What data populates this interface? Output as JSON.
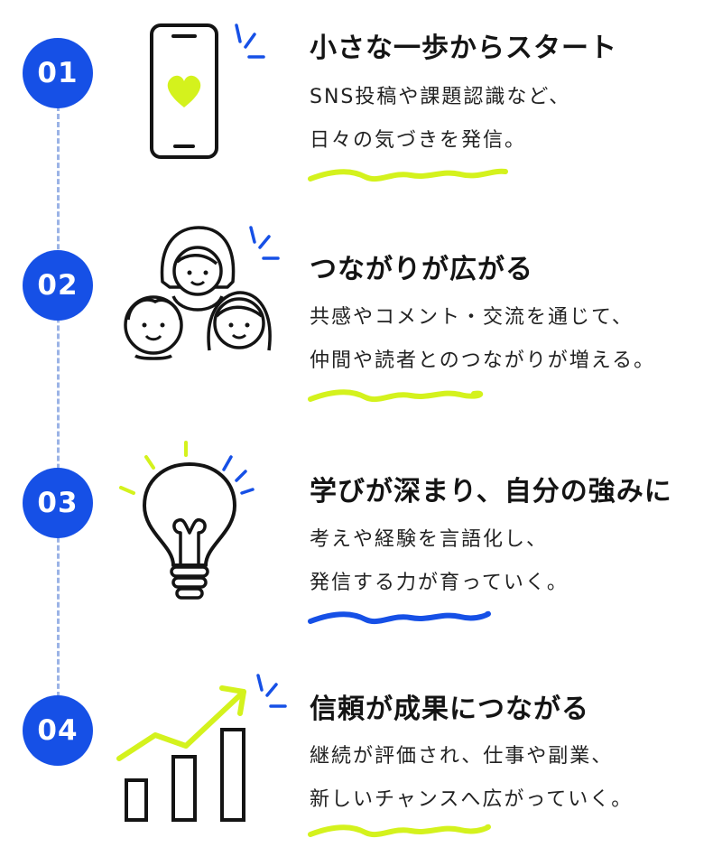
{
  "colors": {
    "badge": "#1650e6",
    "accent_lime": "#d4f21d",
    "accent_blue": "#1650e6",
    "line": "#141414",
    "timeline": "#9bb3e6"
  },
  "steps": [
    {
      "number": "01",
      "title": "小さな一歩からスタート",
      "desc_lines": [
        "SNS投稿や課題認識など、",
        "日々の気づきを発信。"
      ],
      "icon": "smartphone-heart-icon",
      "squiggle_color": "lime"
    },
    {
      "number": "02",
      "title": "つながりが広がる",
      "desc_lines": [
        "共感やコメント・交流を通じて、",
        "仲間や読者とのつながりが増える。"
      ],
      "icon": "people-group-icon",
      "squiggle_color": "lime"
    },
    {
      "number": "03",
      "title": "学びが深まり、自分の強みに",
      "desc_lines": [
        "考えや経験を言語化し、",
        "発信する力が育っていく。"
      ],
      "icon": "lightbulb-icon",
      "squiggle_color": "blue"
    },
    {
      "number": "04",
      "title": "信頼が成果につながる",
      "desc_lines": [
        "継続が評価され、仕事や副業、",
        "新しいチャンスへ広がっていく。"
      ],
      "icon": "growth-chart-icon",
      "squiggle_color": "lime"
    }
  ]
}
